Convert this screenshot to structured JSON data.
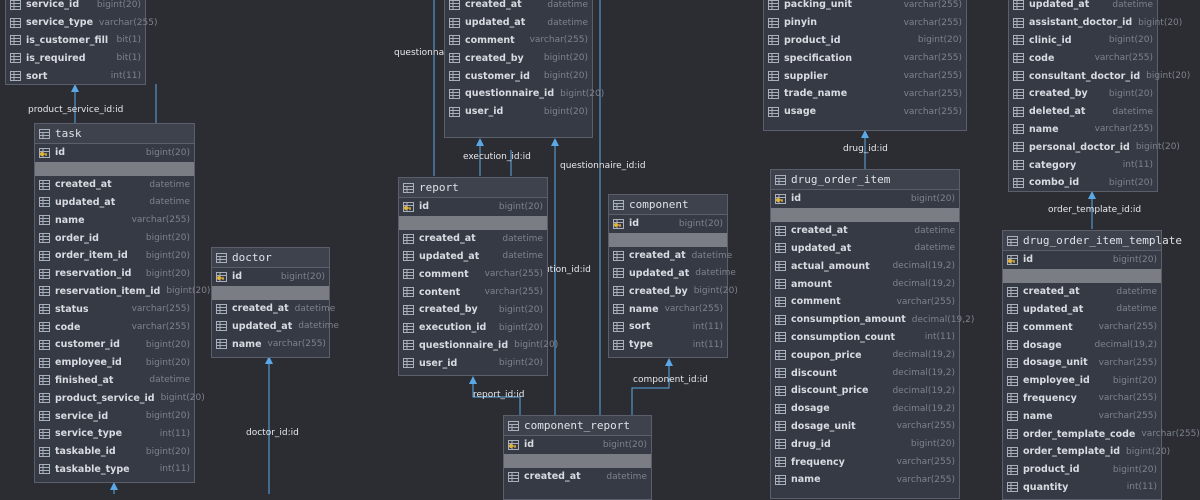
{
  "colors": {
    "background": "#2b2d33",
    "table_fill": "#363a44",
    "header_fill": "#3d424d",
    "border": "#5a5f6b",
    "link": "#5aa9e6",
    "separator": "#7a7d84"
  },
  "icons": {
    "table": "table-icon",
    "column": "column-icon",
    "primary_key": "primary-key-icon"
  },
  "tables": {
    "product_service_tail": {
      "rows": [
        {
          "name": "service_id",
          "type": "bigint(20)"
        },
        {
          "name": "service_type",
          "type": "varchar(255)"
        },
        {
          "name": "is_customer_fill",
          "type": "bit(1)"
        },
        {
          "name": "is_required",
          "type": "bit(1)"
        },
        {
          "name": "sort",
          "type": "int(11)"
        }
      ]
    },
    "questionnaire_tail": {
      "rows": [
        {
          "name": "created_at",
          "type": "datetime"
        },
        {
          "name": "updated_at",
          "type": "datetime"
        },
        {
          "name": "comment",
          "type": "varchar(255)"
        },
        {
          "name": "created_by",
          "type": "bigint(20)"
        },
        {
          "name": "customer_id",
          "type": "bigint(20)"
        },
        {
          "name": "questionnaire_id",
          "type": "bigint(20)"
        },
        {
          "name": "user_id",
          "type": "bigint(20)"
        }
      ]
    },
    "drug_tail": {
      "rows": [
        {
          "name": "packing_unit",
          "type": "varchar(255)"
        },
        {
          "name": "pinyin",
          "type": "varchar(255)"
        },
        {
          "name": "product_id",
          "type": "bigint(20)"
        },
        {
          "name": "specification",
          "type": "varchar(255)"
        },
        {
          "name": "supplier",
          "type": "varchar(255)"
        },
        {
          "name": "trade_name",
          "type": "varchar(255)"
        },
        {
          "name": "usage",
          "type": "varchar(255)"
        }
      ]
    },
    "order_template_tail": {
      "rows": [
        {
          "name": "updated_at",
          "type": "datetime"
        },
        {
          "name": "assistant_doctor_id",
          "type": "bigint(20)"
        },
        {
          "name": "clinic_id",
          "type": "bigint(20)"
        },
        {
          "name": "code",
          "type": "varchar(255)"
        },
        {
          "name": "consultant_doctor_id",
          "type": "bigint(20)"
        },
        {
          "name": "created_by",
          "type": "bigint(20)"
        },
        {
          "name": "deleted_at",
          "type": "datetime"
        },
        {
          "name": "name",
          "type": "varchar(255)"
        },
        {
          "name": "personal_doctor_id",
          "type": "bigint(20)"
        },
        {
          "name": "category",
          "type": "int(11)"
        },
        {
          "name": "combo_id",
          "type": "bigint(20)"
        }
      ]
    },
    "task": {
      "title": "task",
      "pk": {
        "name": "id",
        "type": "bigint(20)"
      },
      "rows": [
        {
          "name": "created_at",
          "type": "datetime"
        },
        {
          "name": "updated_at",
          "type": "datetime"
        },
        {
          "name": "name",
          "type": "varchar(255)"
        },
        {
          "name": "order_id",
          "type": "bigint(20)"
        },
        {
          "name": "order_item_id",
          "type": "bigint(20)"
        },
        {
          "name": "reservation_id",
          "type": "bigint(20)"
        },
        {
          "name": "reservation_item_id",
          "type": "bigint(20)"
        },
        {
          "name": "status",
          "type": "varchar(255)"
        },
        {
          "name": "code",
          "type": "varchar(255)"
        },
        {
          "name": "customer_id",
          "type": "bigint(20)"
        },
        {
          "name": "employee_id",
          "type": "bigint(20)"
        },
        {
          "name": "finished_at",
          "type": "datetime"
        },
        {
          "name": "product_service_id",
          "type": "bigint(20)"
        },
        {
          "name": "service_id",
          "type": "bigint(20)"
        },
        {
          "name": "service_type",
          "type": "int(11)"
        },
        {
          "name": "taskable_id",
          "type": "bigint(20)"
        },
        {
          "name": "taskable_type",
          "type": "int(11)"
        }
      ]
    },
    "doctor": {
      "title": "doctor",
      "pk": {
        "name": "id",
        "type": "bigint(20)"
      },
      "rows": [
        {
          "name": "created_at",
          "type": "datetime"
        },
        {
          "name": "updated_at",
          "type": "datetime"
        },
        {
          "name": "name",
          "type": "varchar(255)"
        }
      ]
    },
    "report": {
      "title": "report",
      "pk": {
        "name": "id",
        "type": "bigint(20)"
      },
      "rows": [
        {
          "name": "created_at",
          "type": "datetime"
        },
        {
          "name": "updated_at",
          "type": "datetime"
        },
        {
          "name": "comment",
          "type": "varchar(255)"
        },
        {
          "name": "content",
          "type": "varchar(255)"
        },
        {
          "name": "created_by",
          "type": "bigint(20)"
        },
        {
          "name": "execution_id",
          "type": "bigint(20)"
        },
        {
          "name": "questionnaire_id",
          "type": "bigint(20)"
        },
        {
          "name": "user_id",
          "type": "bigint(20)"
        }
      ]
    },
    "component": {
      "title": "component",
      "pk": {
        "name": "id",
        "type": "bigint(20)"
      },
      "rows": [
        {
          "name": "created_at",
          "type": "datetime"
        },
        {
          "name": "updated_at",
          "type": "datetime"
        },
        {
          "name": "created_by",
          "type": "bigint(20)"
        },
        {
          "name": "name",
          "type": "varchar(255)"
        },
        {
          "name": "sort",
          "type": "int(11)"
        },
        {
          "name": "type",
          "type": "int(11)"
        }
      ]
    },
    "component_report": {
      "title": "component_report",
      "pk": {
        "name": "id",
        "type": "bigint(20)"
      },
      "rows": [
        {
          "name": "created_at",
          "type": "datetime"
        }
      ]
    },
    "drug_order_item": {
      "title": "drug_order_item",
      "pk": {
        "name": "id",
        "type": "bigint(20)"
      },
      "rows": [
        {
          "name": "created_at",
          "type": "datetime"
        },
        {
          "name": "updated_at",
          "type": "datetime"
        },
        {
          "name": "actual_amount",
          "type": "decimal(19,2)"
        },
        {
          "name": "amount",
          "type": "decimal(19,2)"
        },
        {
          "name": "comment",
          "type": "varchar(255)"
        },
        {
          "name": "consumption_amount",
          "type": "decimal(19,2)"
        },
        {
          "name": "consumption_count",
          "type": "int(11)"
        },
        {
          "name": "coupon_price",
          "type": "decimal(19,2)"
        },
        {
          "name": "discount",
          "type": "decimal(19,2)"
        },
        {
          "name": "discount_price",
          "type": "decimal(19,2)"
        },
        {
          "name": "dosage",
          "type": "decimal(19,2)"
        },
        {
          "name": "dosage_unit",
          "type": "varchar(255)"
        },
        {
          "name": "drug_id",
          "type": "bigint(20)"
        },
        {
          "name": "frequency",
          "type": "varchar(255)"
        },
        {
          "name": "name",
          "type": "varchar(255)"
        }
      ]
    },
    "drug_order_item_template": {
      "title": "drug_order_item_template",
      "pk": {
        "name": "id",
        "type": "bigint(20)"
      },
      "rows": [
        {
          "name": "created_at",
          "type": "datetime"
        },
        {
          "name": "updated_at",
          "type": "datetime"
        },
        {
          "name": "comment",
          "type": "varchar(255)"
        },
        {
          "name": "dosage",
          "type": "decimal(19,2)"
        },
        {
          "name": "dosage_unit",
          "type": "varchar(255)"
        },
        {
          "name": "employee_id",
          "type": "bigint(20)"
        },
        {
          "name": "frequency",
          "type": "varchar(255)"
        },
        {
          "name": "name",
          "type": "varchar(255)"
        },
        {
          "name": "order_template_code",
          "type": "varchar(255)"
        },
        {
          "name": "order_template_id",
          "type": "bigint(20)"
        },
        {
          "name": "product_id",
          "type": "bigint(20)"
        },
        {
          "name": "quantity",
          "type": "int(11)"
        }
      ]
    }
  },
  "links": [
    {
      "id": "product-service-link",
      "label": "product_service_id:id"
    },
    {
      "id": "questionnaire-link-1",
      "label": "questionnaire_id:id"
    },
    {
      "id": "execution-link-1",
      "label": "execution_id:id"
    },
    {
      "id": "questionnaire-link-2",
      "label": "questionnaire_id:id"
    },
    {
      "id": "drug-link",
      "label": "drug_id:id"
    },
    {
      "id": "order-template-link",
      "label": "order_template_id:id"
    },
    {
      "id": "execution-link-2",
      "label": "execution_id:id"
    },
    {
      "id": "component-link",
      "label": "component_id:id"
    },
    {
      "id": "report-link",
      "label": "report_id:id"
    },
    {
      "id": "doctor-link",
      "label": "doctor_id:id"
    }
  ]
}
